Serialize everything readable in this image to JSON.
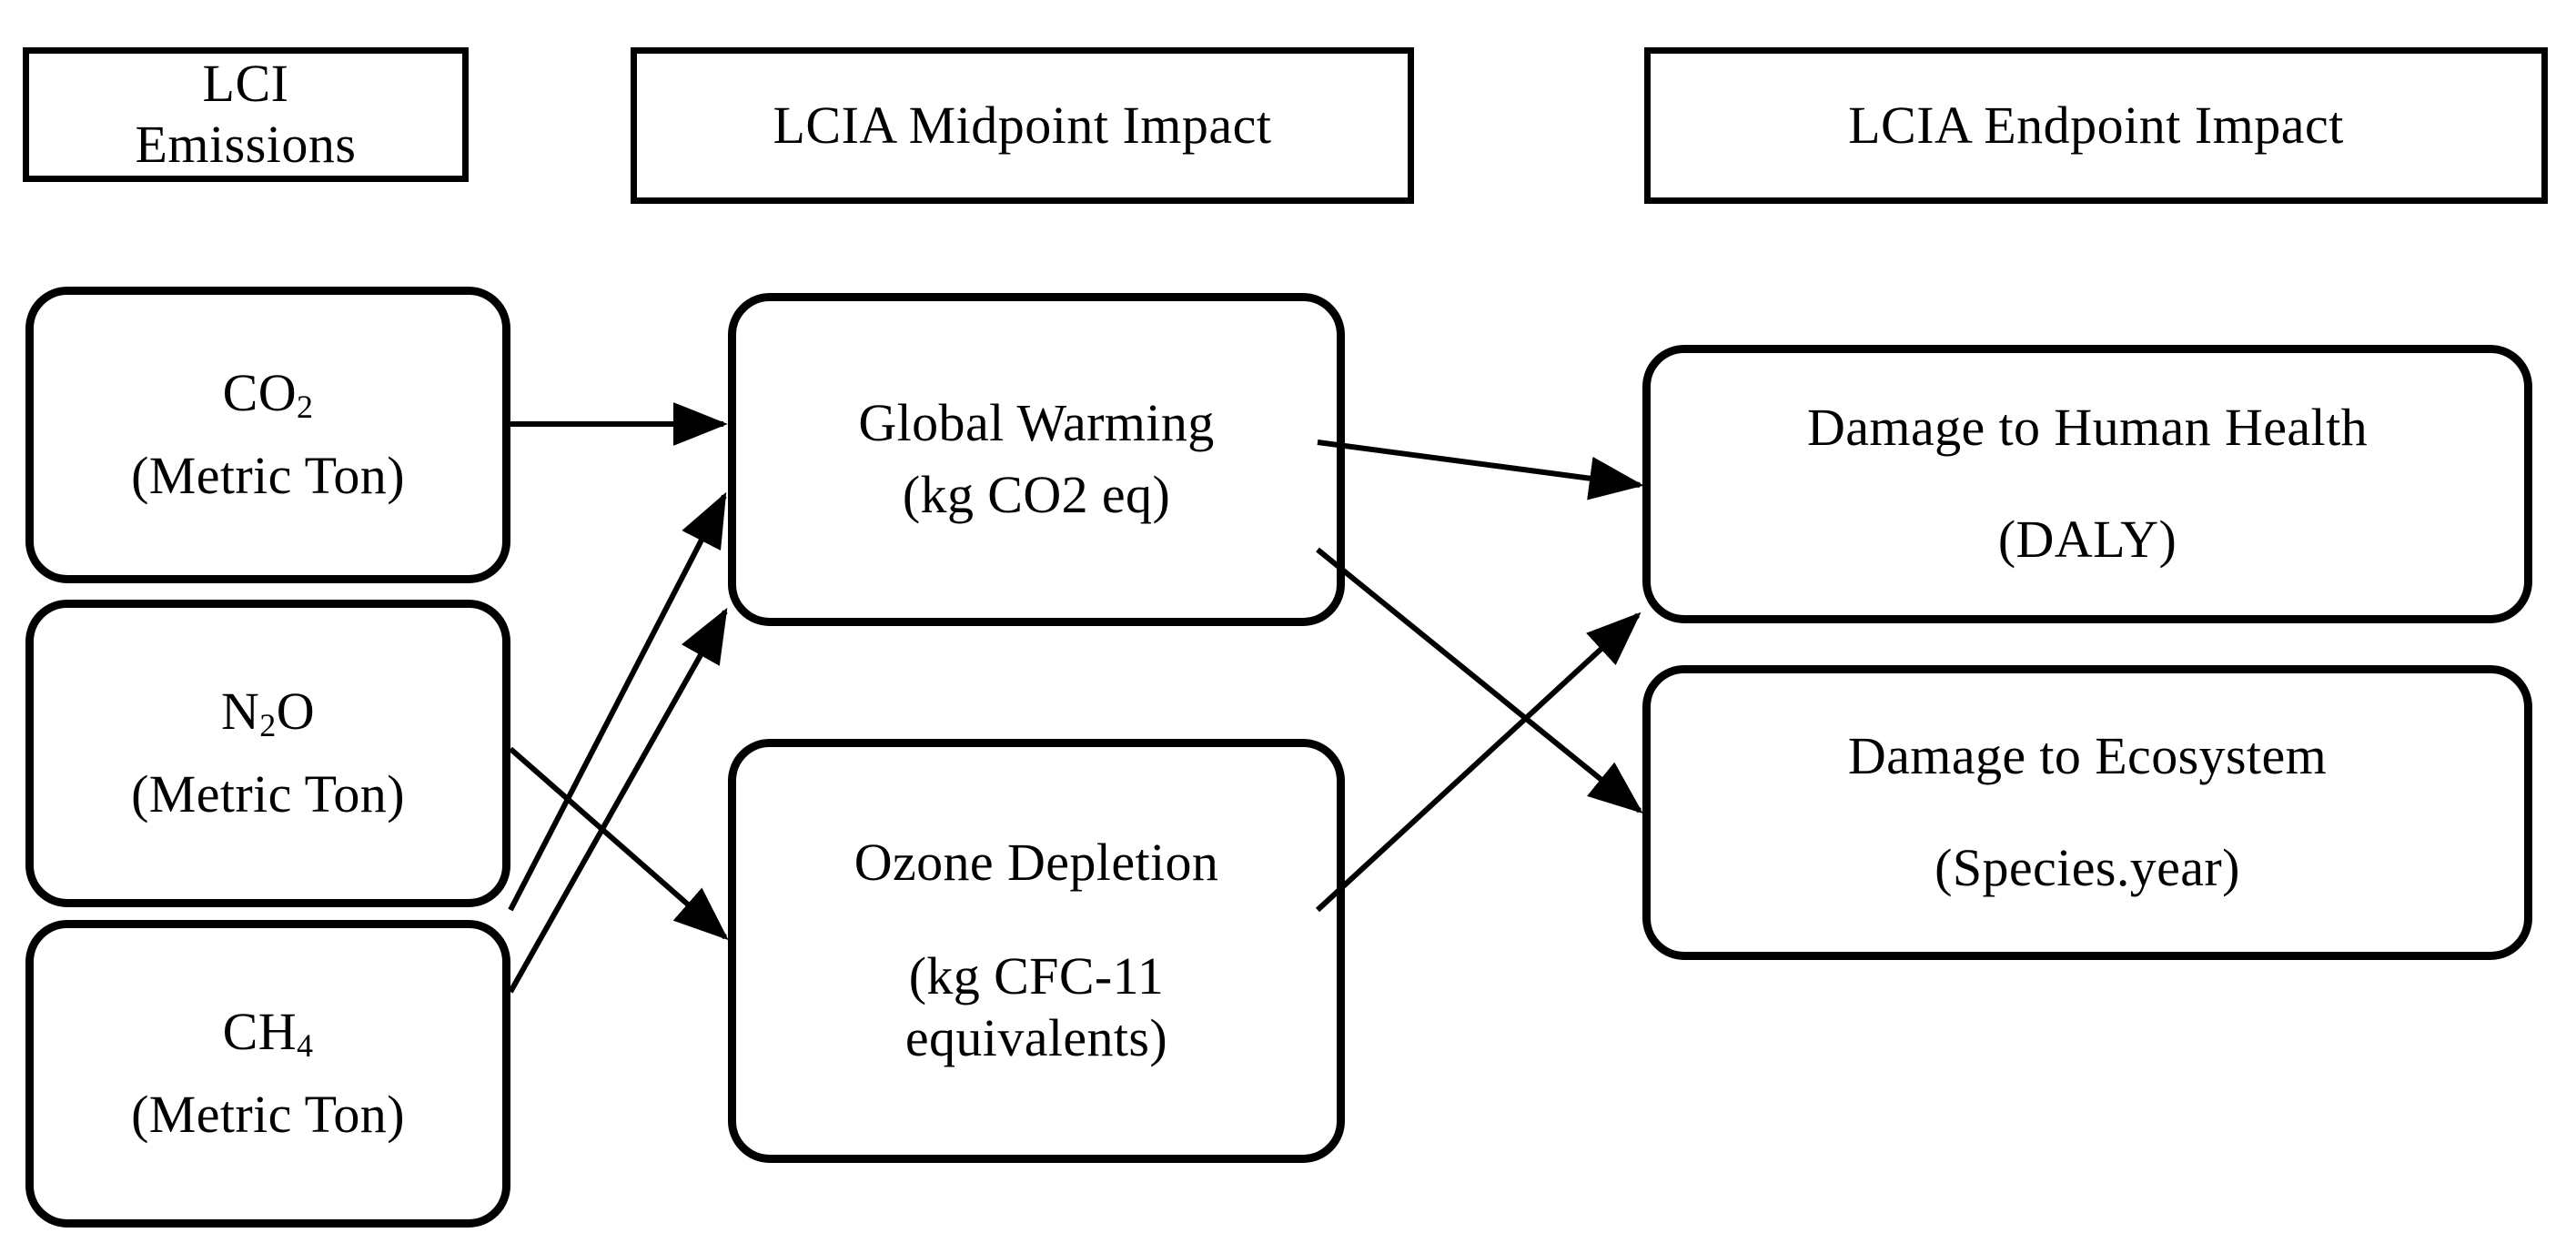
{
  "diagram": {
    "title": "LCA impact pathway from LCI emissions through LCIA midpoint to LCIA endpoint",
    "background_color": "#ffffff",
    "line_color": "#000000",
    "headers": [
      {
        "id": "lci",
        "label": "LCI\nEmissions"
      },
      {
        "id": "midpoint",
        "label": "LCIA Midpoint Impact"
      },
      {
        "id": "endpoint",
        "label": "LCIA Endpoint Impact"
      }
    ],
    "nodes": {
      "co2": {
        "name": "CO",
        "sub": "2",
        "unit": "(Metric Ton)"
      },
      "n2o": {
        "name_pre": "N",
        "sub": "2",
        "name_post": "O",
        "unit": "(Metric Ton)"
      },
      "ch4": {
        "name": "CH",
        "sub": "4",
        "unit": "(Metric Ton)"
      },
      "global_warming": {
        "name": "Global Warming",
        "unit": "(kg CO2 eq)"
      },
      "ozone_depletion": {
        "name": "Ozone Depletion",
        "unit": "(kg CFC-11\nequivalents)"
      },
      "human_health": {
        "name": "Damage to Human Health",
        "unit": "(DALY)"
      },
      "ecosystem": {
        "name": "Damage to Ecosystem",
        "unit": "(Species.year)"
      }
    },
    "edges": [
      {
        "from": "co2",
        "to": "global_warming"
      },
      {
        "from": "n2o",
        "to": "global_warming"
      },
      {
        "from": "n2o",
        "to": "ozone_depletion"
      },
      {
        "from": "ch4",
        "to": "global_warming"
      },
      {
        "from": "global_warming",
        "to": "human_health"
      },
      {
        "from": "global_warming",
        "to": "ecosystem"
      },
      {
        "from": "ozone_depletion",
        "to": "human_health"
      }
    ]
  }
}
